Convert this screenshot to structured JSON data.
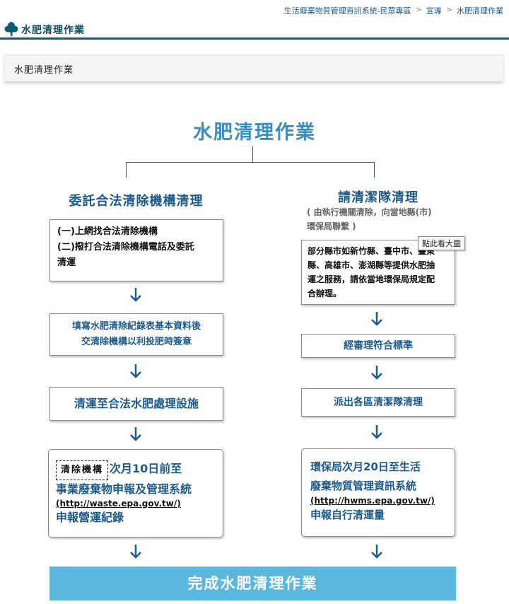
{
  "topnav": {
    "system": "生活廢棄物質管理資訊系統-民眾專區",
    "sep1": ">",
    "nav1": "宣導",
    "sep2": ">",
    "nav2": "水肥清理作業"
  },
  "header": {
    "title": "水肥清理作業",
    "logo_icon": "tree-icon"
  },
  "crumb": {
    "title": "水肥清理作業"
  },
  "diagram": {
    "title": "水肥清理作業",
    "left": {
      "heading": "委託合法清除機構清理",
      "box1": {
        "line1": "(一)上網找合法清除機構",
        "line2": "(二)撥打合法清除機構電話及委託",
        "line3": "清運"
      },
      "box2": {
        "line1": "填寫水肥清除紀錄表基本資料後",
        "line2": "交清除機構以利投肥時簽章"
      },
      "box3": "清運至合法水肥處理設施",
      "box4": {
        "tag": "清除機構",
        "line1": "次月10日前至",
        "line2": "事業廢棄物申報及管理系統",
        "url": "(http://waste.epa.gov.tw/)",
        "line3": "申報營運紀錄"
      }
    },
    "right": {
      "heading": "請清潔隊清理",
      "note1": "( 由執行機關清除，向當地縣(市)",
      "note2": "環保局聯繫 )",
      "box1": {
        "line1": "部分縣市如新竹縣、臺中市、臺東",
        "line2": "縣、高雄市、澎湖縣等提供水肥抽",
        "line3": "運之服務，請依當地環保局規定配",
        "line4": "合辦理。"
      },
      "box2": "經審理符合標準",
      "box3": "派出各區清潔隊清理",
      "box4": {
        "line1": "環保局次月20日至生活",
        "line2": "廢棄物質管理資訊系統",
        "url": "(http://hwms.epa.gov.tw/)",
        "line3": "申報自行清運量"
      }
    },
    "final": "完成水肥清理作業",
    "tooltip": "點此看大圖"
  }
}
